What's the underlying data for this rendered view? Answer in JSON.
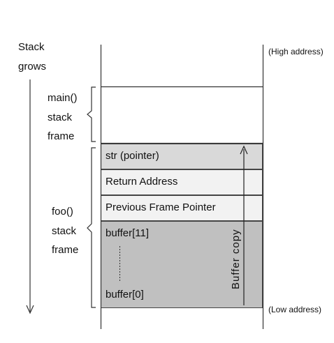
{
  "labels": {
    "stack_grows": [
      "Stack",
      "grows"
    ],
    "high_address": "(High address)",
    "low_address": "(Low address)",
    "main_frame": [
      "main()",
      "stack",
      "frame"
    ],
    "foo_frame": [
      "foo()",
      "stack",
      "frame"
    ],
    "buffer_copy": "Buffer copy"
  },
  "cells": {
    "str": "str (pointer)",
    "return_address": "Return Address",
    "prev_frame_pointer": "Previous Frame Pointer",
    "buffer_top": "buffer[11]",
    "buffer_bottom": "buffer[0]"
  },
  "colors": {
    "str_fill": "#d9d9d9",
    "frame_fill": "#f2f2f2",
    "buffer_fill": "#c0c0c0",
    "line": "#333333"
  }
}
